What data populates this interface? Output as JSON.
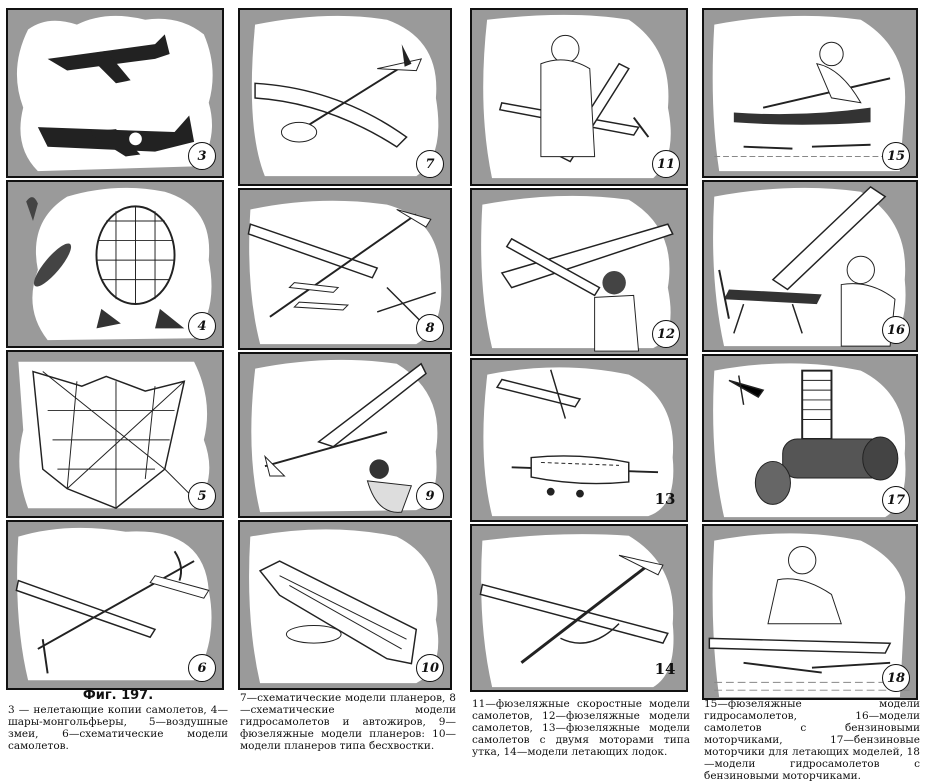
{
  "figure_title": "Фиг. 197.",
  "panels": {
    "p3": "3",
    "p4": "4",
    "p5": "5",
    "p6": "6",
    "p7": "7",
    "p8": "8",
    "p9": "9",
    "p10": "10",
    "p11": "11",
    "p12": "12",
    "p13": "13",
    "p14": "14",
    "p15": "15",
    "p16": "16",
    "p17": "17",
    "p18": "18"
  },
  "captions": {
    "col1": "3 — нелетающие копии самолетов, 4—шары-монгольфьеры, 5—воздушные змеи, 6—схематические модели самолетов.",
    "col2": "7—схематические модели планеров, 8—схематические модели гидросамолетов и автожиров, 9—фюзеляжные модели планеров: 10—модели планеров типа бесхвостки.",
    "col3": "11—фюзеляжные скоростные модели самолетов, 12—фюзеляжные модели самолетов, 13—фюзеляжные модели самолетов с двумя моторами типа утка, 14—модели летающих лодок.",
    "col4": "15—фюзеляжные модели гидросамолетов, 16—модели самолетов с бензиновыми моторчиками, 17—бензиновые моторчики для летающих моделей, 18—модели гидросамолетов с бензиновыми моторчиками."
  }
}
